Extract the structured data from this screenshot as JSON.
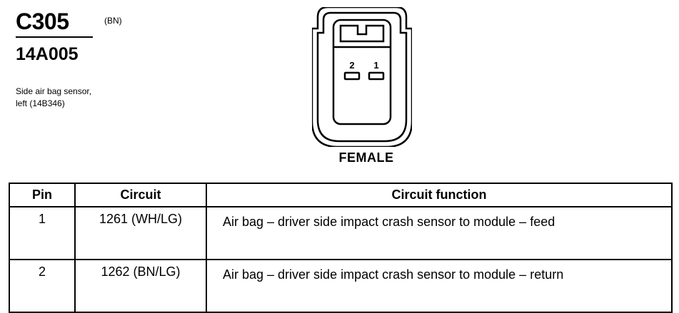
{
  "header": {
    "connector_id": "C305",
    "connector_color": "(BN)",
    "part_number": "14A005",
    "description_lines": [
      "Side air bag sensor,",
      "left (14B346)"
    ]
  },
  "diagram": {
    "pin_labels": [
      "2",
      "1"
    ],
    "gender_label": "FEMALE"
  },
  "table": {
    "headers": [
      "Pin",
      "Circuit",
      "Circuit function"
    ],
    "rows": [
      {
        "pin": "1",
        "circuit": "1261 (WH/LG)",
        "function": "Air bag – driver side impact crash sensor to module – feed"
      },
      {
        "pin": "2",
        "circuit": "1262 (BN/LG)",
        "function": "Air bag – driver side impact crash sensor to module – return"
      }
    ]
  }
}
